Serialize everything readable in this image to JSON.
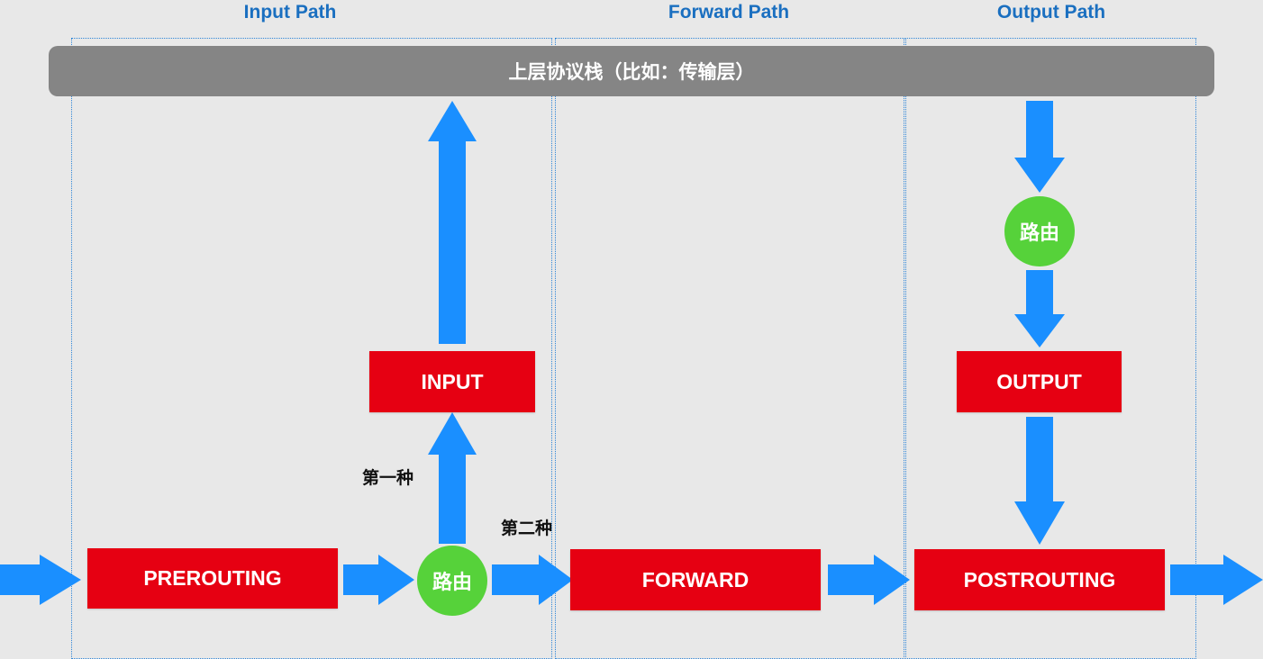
{
  "sections": {
    "input_path": "Input Path",
    "forward_path": "Forward Path",
    "output_path": "Output Path"
  },
  "upper_stack": "上层协议栈（比如：传输层）",
  "chains": {
    "prerouting": "PREROUTING",
    "input": "INPUT",
    "forward": "FORWARD",
    "output": "OUTPUT",
    "postrouting": "POSTROUTING"
  },
  "routing": {
    "input_route": "路由",
    "output_route": "路由"
  },
  "labels": {
    "first": "第一种",
    "second": "第二种"
  },
  "colors": {
    "chain": "#e60012",
    "route": "#56d23a",
    "arrow": "#1a8fff",
    "section_title": "#1a6fc0",
    "stack_bar": "#858585"
  }
}
